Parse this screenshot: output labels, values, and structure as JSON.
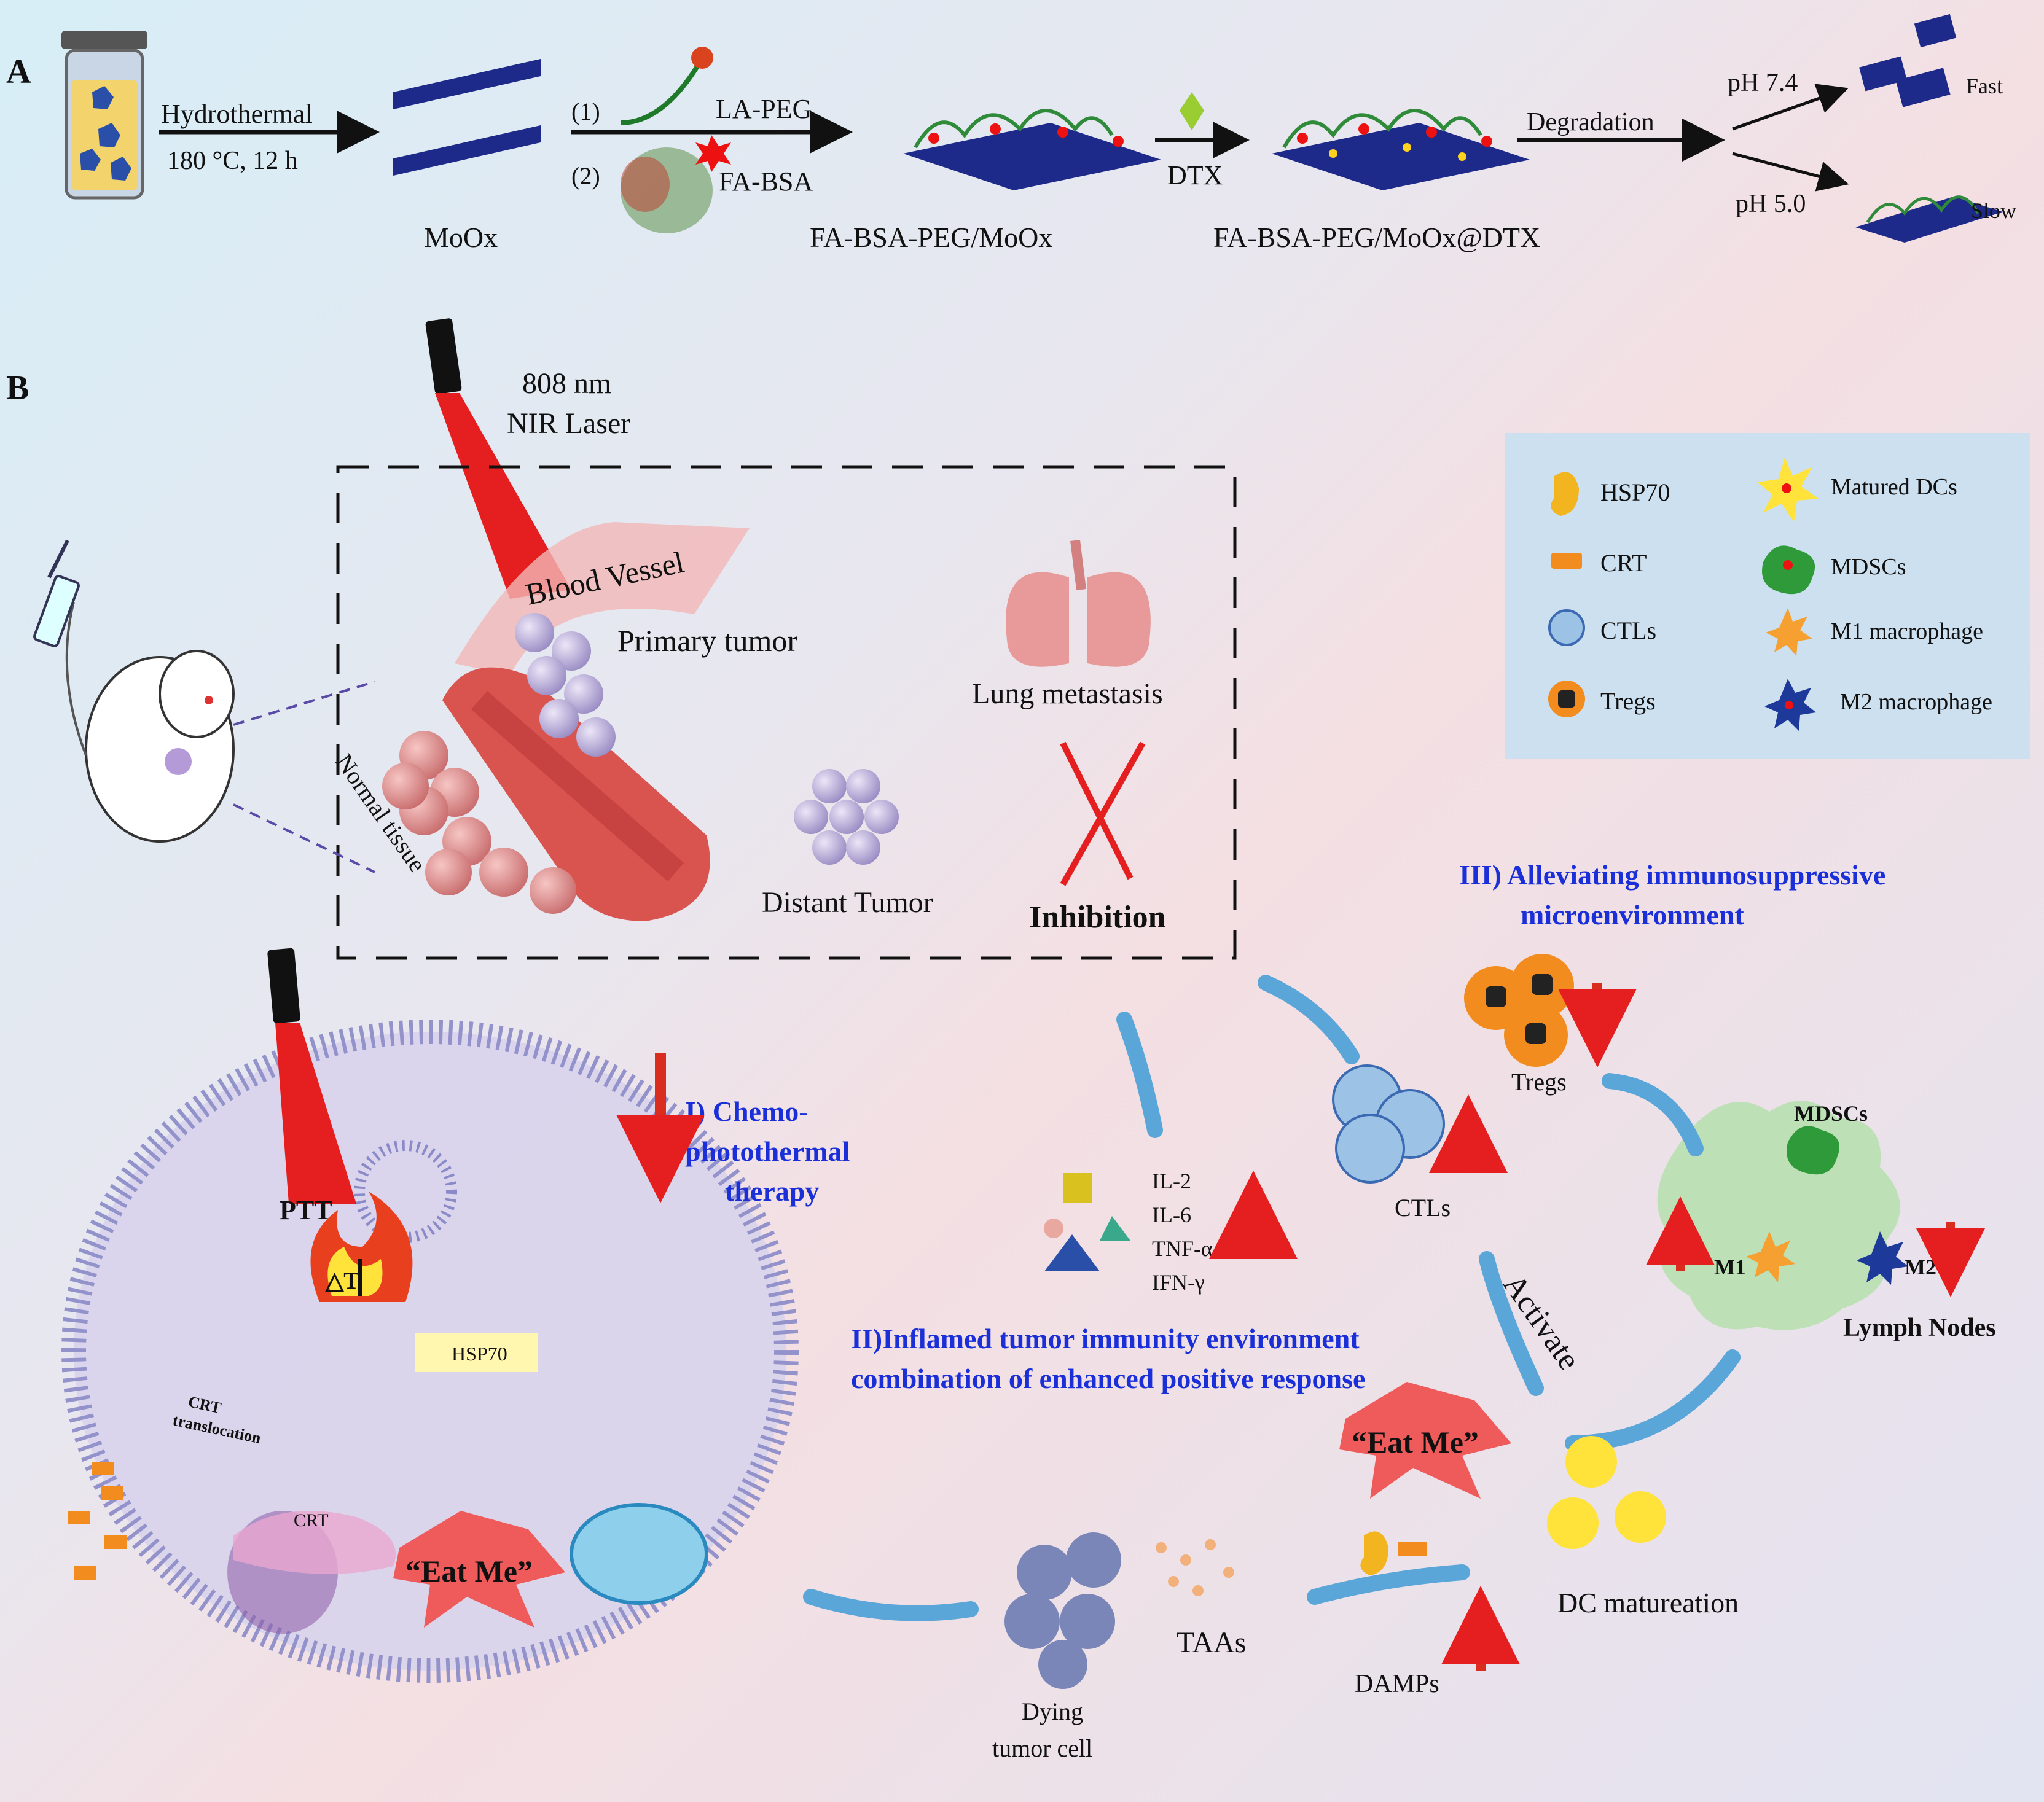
{
  "panel_a": {
    "letter": "A",
    "hydrothermal": "Hydrothermal",
    "condition": "180 °C, 12 h",
    "moox": "MoOx",
    "step1": "(1)",
    "la_peg": "LA-PEG",
    "step2": "(2)",
    "fa_bsa": "FA-BSA",
    "product1": "FA-BSA-PEG/MoOx",
    "dtx": "DTX",
    "product2": "FA-BSA-PEG/MoOx@DTX",
    "degradation": "Degradation",
    "ph74": "pH 7.4",
    "fast": "Fast",
    "ph50": "pH 5.0",
    "slow": "Slow"
  },
  "panel_b": {
    "letter": "B",
    "laser_line1": "808 nm",
    "laser_line2": "NIR Laser",
    "blood_vessel": "Blood Vessel",
    "primary_tumor": "Primary tumor",
    "normal_tissue": "Normal tissue",
    "lung": "Lung metastasis",
    "distant": "Distant Tumor",
    "inhibition": "Inhibition",
    "step1_line1": "I) Chemo-",
    "step1_line2": "photothermal",
    "step1_line3": "therapy",
    "ptt": "PTT",
    "delta_t": "△T",
    "hsp70": "HSP70",
    "crt_translocation_1": "CRT",
    "crt_translocation_2": "translocation",
    "crt": "CRT",
    "eat_me": "“Eat Me”",
    "eat_me_2": "“Eat Me”",
    "cytokines": [
      "IL-2",
      "IL-6",
      "TNF-α",
      "IFN-γ"
    ],
    "step2_line1": "II)Inflamed tumor immunity environment",
    "step2_line2": "combination of enhanced positive response",
    "step3_line1": "III) Alleviating immunosuppressive",
    "step3_line2": "microenvironment",
    "tregs": "Tregs",
    "ctls": "CTLs",
    "mdscs": "MDSCs",
    "m1": "M1",
    "m2": "M2",
    "lymph": "Lymph Nodes",
    "activate": "Activate",
    "dying_1": "Dying",
    "dying_2": "tumor cell",
    "taas": "TAAs",
    "damps": "DAMPs",
    "dc": "DC matureation"
  },
  "legend": {
    "items": [
      {
        "label": "HSP70",
        "icon": "hsp70-icon"
      },
      {
        "label": "CRT",
        "icon": "crt-icon"
      },
      {
        "label": "CTLs",
        "icon": "ctl-icon"
      },
      {
        "label": "Tregs",
        "icon": "treg-icon"
      },
      {
        "label": "Matured DCs",
        "icon": "dc-icon"
      },
      {
        "label": "MDSCs",
        "icon": "mdsc-icon"
      },
      {
        "label": "M1 macrophage",
        "icon": "m1-icon"
      },
      {
        "label": "M2 macrophage",
        "icon": "m2-icon"
      }
    ]
  },
  "colors": {
    "accent_blue": "#1a2fd8",
    "arrow_blue": "#5aa6d8",
    "laser_red": "#e51f1f",
    "sheet_navy": "#1d2a8a",
    "tumor_purple": "#b6a8d8",
    "legend_bg": "#cde0f0"
  }
}
